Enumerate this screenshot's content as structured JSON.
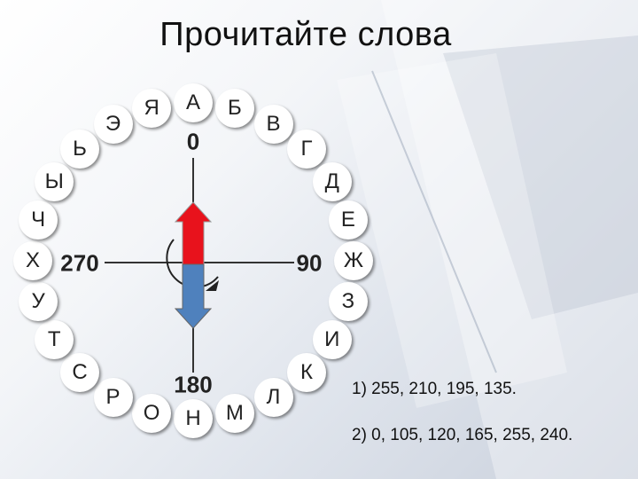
{
  "slide": {
    "title": "Прочитайте слова"
  },
  "dial": {
    "letters": [
      "А",
      "Б",
      "В",
      "Г",
      "Д",
      "Е",
      "Ж",
      "З",
      "И",
      "К",
      "Л",
      "М",
      "Н",
      "О",
      "Р",
      "С",
      "Т",
      "У",
      "Х",
      "Ч",
      "Ы",
      "Ь",
      "Э",
      "Я"
    ],
    "degrees": {
      "top": "0",
      "right": "90",
      "bottom": "180",
      "left": "270"
    },
    "arrow_colors": {
      "north": "#e8121c",
      "south": "#4f81bd"
    }
  },
  "tasks": [
    {
      "text": "1) 255, 210, 195, 135."
    },
    {
      "text": "2) 0, 105, 120, 165, 255, 240."
    }
  ]
}
